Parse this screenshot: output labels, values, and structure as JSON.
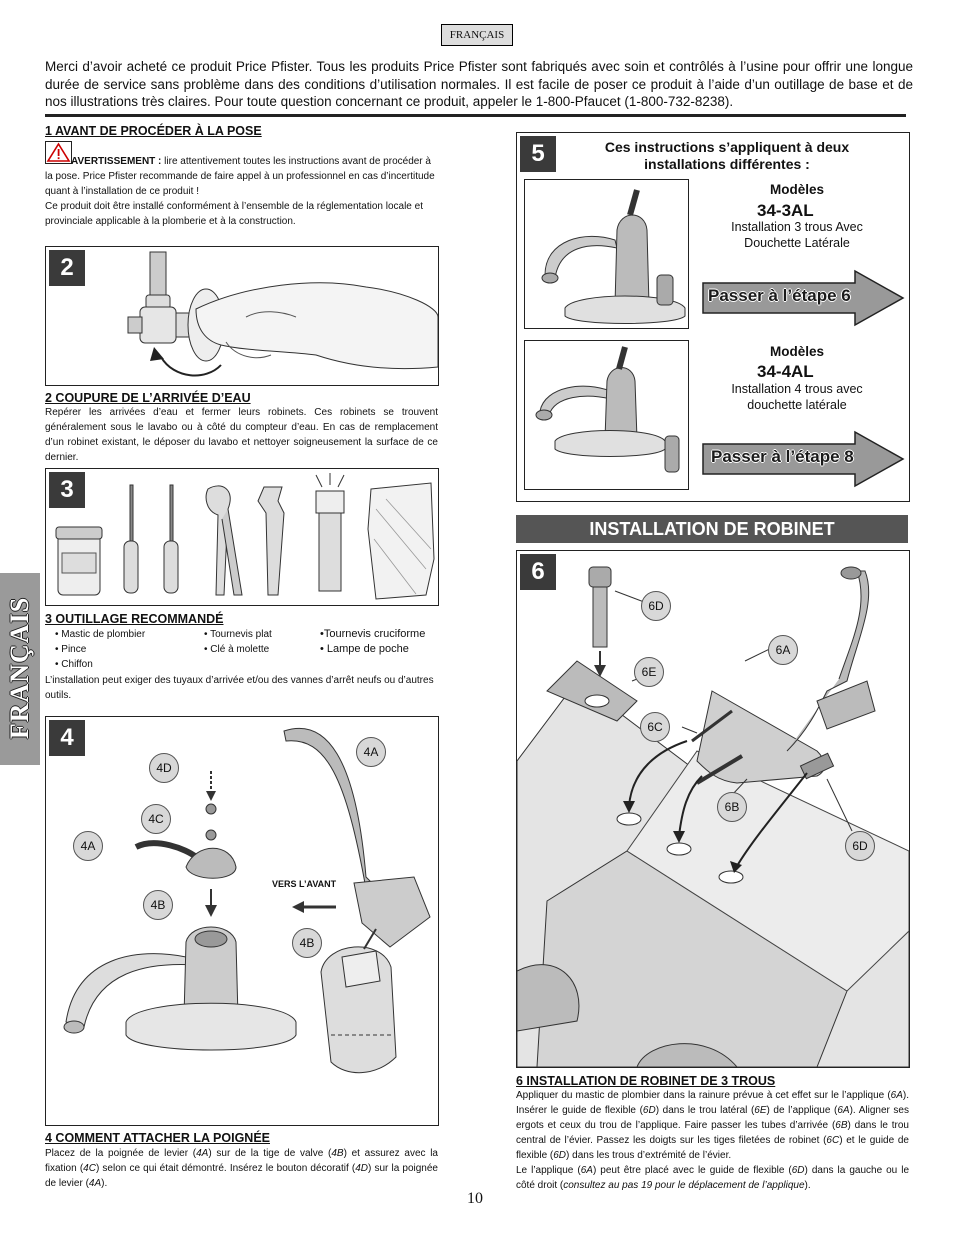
{
  "header": {
    "language_badge": "FRANÇAIS"
  },
  "intro": "Merci d’avoir acheté ce produit Price Pfister. Tous les produits Price Pfister sont fabriqués avec soin et contrôlés à l’usine pour offrir une longue durée de service sans problème dans des conditions d’utilisation normales. Il est facile de poser ce produit à l’aide d’un outillage de base et de nos illustrations très claires. Pour toute question concernant ce produit, appeler le 1-800-Pfaucet (1-800-732-8238).",
  "side_tab": "FRANÇAIS",
  "section1": {
    "heading": "1  AVANT DE PROCÉDER À LA POSE",
    "warning_label": "AVERTISSEMENT :",
    "warning_text": " lire attentivement toutes les instructions avant de procéder à la pose. Price Pfister recommande de faire appel à un professionnel en cas d’incertitude quant à l’installation de ce produit !",
    "text2": "Ce produit doit être installé conformément à l’ensemble de la réglementation locale et provinciale applicable à la plomberie et à la construction."
  },
  "step2": {
    "number": "2",
    "heading": "2  COUPURE DE L’ARRIVÉE D’EAU",
    "text": "Repérer les arrivées d’eau et fermer leurs robinets. Ces robinets se trouvent généralement sous le lavabo ou à côté du compteur d’eau. En cas de remplacement d’un robinet existant, le déposer du lavabo et nettoyer soigneusement la surface de ce dernier."
  },
  "step3": {
    "number": "3",
    "heading": "3  OUTILLAGE RECOMMANDÉ",
    "col1": [
      "• Mastic de plombier",
      "• Pince",
      "• Chiffon"
    ],
    "col2": [
      "• Tournevis plat",
      "• Clé à molette"
    ],
    "col3": [
      "•Tournevis  cruciforme",
      "•  Lampe  de  poche"
    ],
    "text": "L’installation peut exiger des tuyaux d’arrivée et/ou des vannes d’arrêt neufs ou d’autres outils."
  },
  "step4": {
    "number": "4",
    "heading": "4  COMMENT ATTACHER LA POIGNÉE",
    "callouts": {
      "a1": "4A",
      "a2": "4A",
      "b1": "4B",
      "b2": "4B",
      "c": "4C",
      "d": "4D"
    },
    "vers": "VERS L’AVANT",
    "text": {
      "p1": "Placez de la poignée de levier (",
      "r1": "4A",
      "p2": ") sur de la tige de valve (",
      "r2": "4B",
      "p3": ") et assurez avec la fixation (",
      "r3": "4C",
      "p4": ") selon ce qui était démontré. Insérez le bouton décoratif (",
      "r4": "4D",
      "p5": ") sur la poignée de levier (",
      "r5": "4A",
      "p6": ")."
    }
  },
  "step5": {
    "number": "5",
    "intro": "Ces instructions s’appliquent à deux installations différentes :",
    "model1": {
      "label": "Modèles",
      "code": "34-3AL",
      "desc1": "Installation 3 trous Avec",
      "desc2": "Douchette Latérale",
      "arrow": "Passer à l’étape 6"
    },
    "model2": {
      "label": "Modèles",
      "code": "34-4AL",
      "desc1": "Installation 4 trous avec",
      "desc2": "douchette latérale",
      "arrow": "Passer à l’étape 8"
    }
  },
  "banner": "INSTALLATION DE ROBINET",
  "step6": {
    "number": "6",
    "heading": "6  INSTALLATION DE ROBINET DE 3 TROUS",
    "callouts": {
      "d1": "6D",
      "e": "6E",
      "c": "6C",
      "a": "6A",
      "b": "6B",
      "d2": "6D"
    },
    "para1": {
      "t1": "Appliquer du mastic de plombier dans la rainure prévue à cet effet sur le l’applique (",
      "r1": "6A",
      "t2": "). Insérer le guide de flexible (",
      "r2": "6D",
      "t3": ") dans le trou latéral (",
      "r3": "6E",
      "t4": ") de l’applique (",
      "r4": "6A",
      "t5": "). Aligner ses ergots et ceux  du trou de l’applique. Faire passer les tubes d’arrivée (",
      "r5": "6B",
      "t6": ") dans le trou central de l’évier. Passez les doigts sur les tiges filetées de robinet (",
      "r6": "6C",
      "t7": ") et le guide de flexible (",
      "r7": "6D",
      "t8": ") dans les trous d’extrémité de l’évier."
    },
    "para2": {
      "t1": "Le l’applique (",
      "r1": "6A",
      "t2": ") peut être placé avec le guide de flexible (",
      "r2": "6D",
      "t3": ") dans la gauche ou le côté droit (",
      "r3": "consultez au pas 19 pour le déplacement de  l’applique",
      "t4": ")."
    }
  },
  "page_number": "10"
}
